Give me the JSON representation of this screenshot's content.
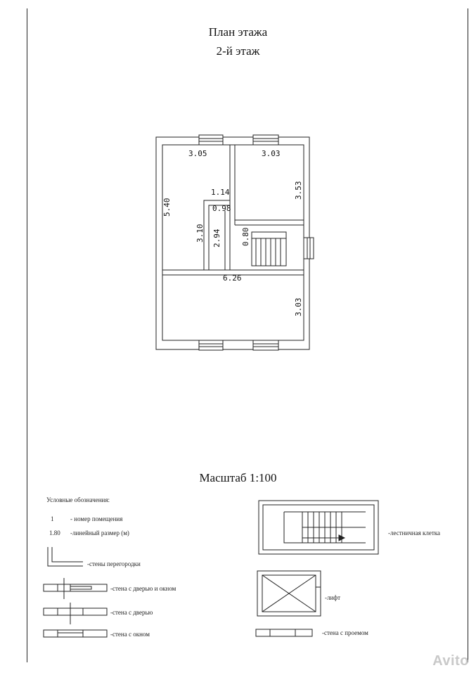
{
  "header": {
    "title": "План этажа",
    "subtitle": "2-й этаж"
  },
  "plan": {
    "dims": {
      "d305": "3.05",
      "d303top": "3.03",
      "d540": "5.40",
      "d114": "1.14",
      "d353": "3.53",
      "d098": "0.98",
      "d310": "3.10",
      "d294": "2.94",
      "d080": "0.80",
      "d626": "6.26",
      "d303bottom": "3.03"
    }
  },
  "scale": "Масштаб 1:100",
  "legend": {
    "title": "Условные обозначения:",
    "room_number_sample": "1",
    "room_number_label": "- номер помещения",
    "dimension_sample": "1.80",
    "dimension_label": "-линейный размер (м)",
    "partitions_label": "-стены перегородки",
    "door_window_label": "-стена с дверью и окном",
    "door_label": "-стена с дверью",
    "window_label": "-стена с окном",
    "staircase_label": "-лестничная клетка",
    "elevator_label": "-лифт",
    "opening_label": "-стена с проемом"
  },
  "watermark": "Avito"
}
